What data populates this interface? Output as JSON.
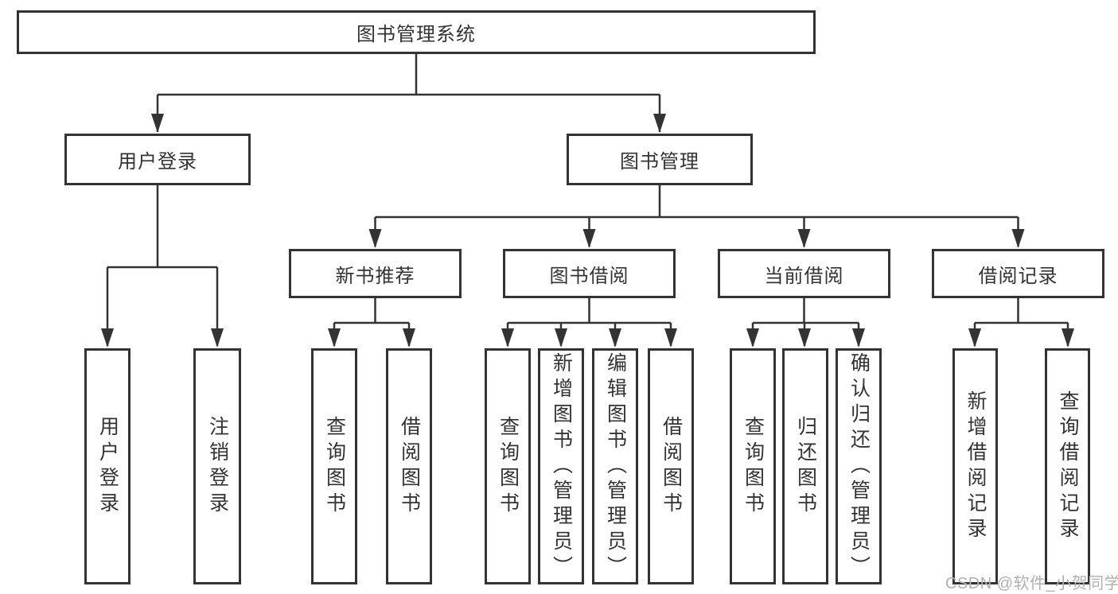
{
  "diagram": {
    "watermark": "CSDN @软件_小贺同学",
    "colors": {
      "line": "#333333",
      "text": "#333333",
      "watermark": "#b0b0b0",
      "background": "#ffffff"
    },
    "tree": {
      "label": "图书管理系统",
      "children": [
        {
          "label": "用户登录",
          "children": [
            {
              "label": "用户登录"
            },
            {
              "label": "注销登录"
            }
          ]
        },
        {
          "label": "图书管理",
          "children": [
            {
              "label": "新书推荐",
              "children": [
                {
                  "label": "查询图书"
                },
                {
                  "label": "借阅图书"
                }
              ]
            },
            {
              "label": "图书借阅",
              "children": [
                {
                  "label": "查询图书"
                },
                {
                  "label": "新增图书（管理员）"
                },
                {
                  "label": "编辑图书（管理员）"
                },
                {
                  "label": "借阅图书"
                }
              ]
            },
            {
              "label": "当前借阅",
              "children": [
                {
                  "label": "查询图书"
                },
                {
                  "label": "归还图书"
                },
                {
                  "label": "确认归还（管理员）"
                }
              ]
            },
            {
              "label": "借阅记录",
              "children": [
                {
                  "label": "新增借阅记录"
                },
                {
                  "label": "查询借阅记录"
                }
              ]
            }
          ]
        }
      ]
    }
  }
}
